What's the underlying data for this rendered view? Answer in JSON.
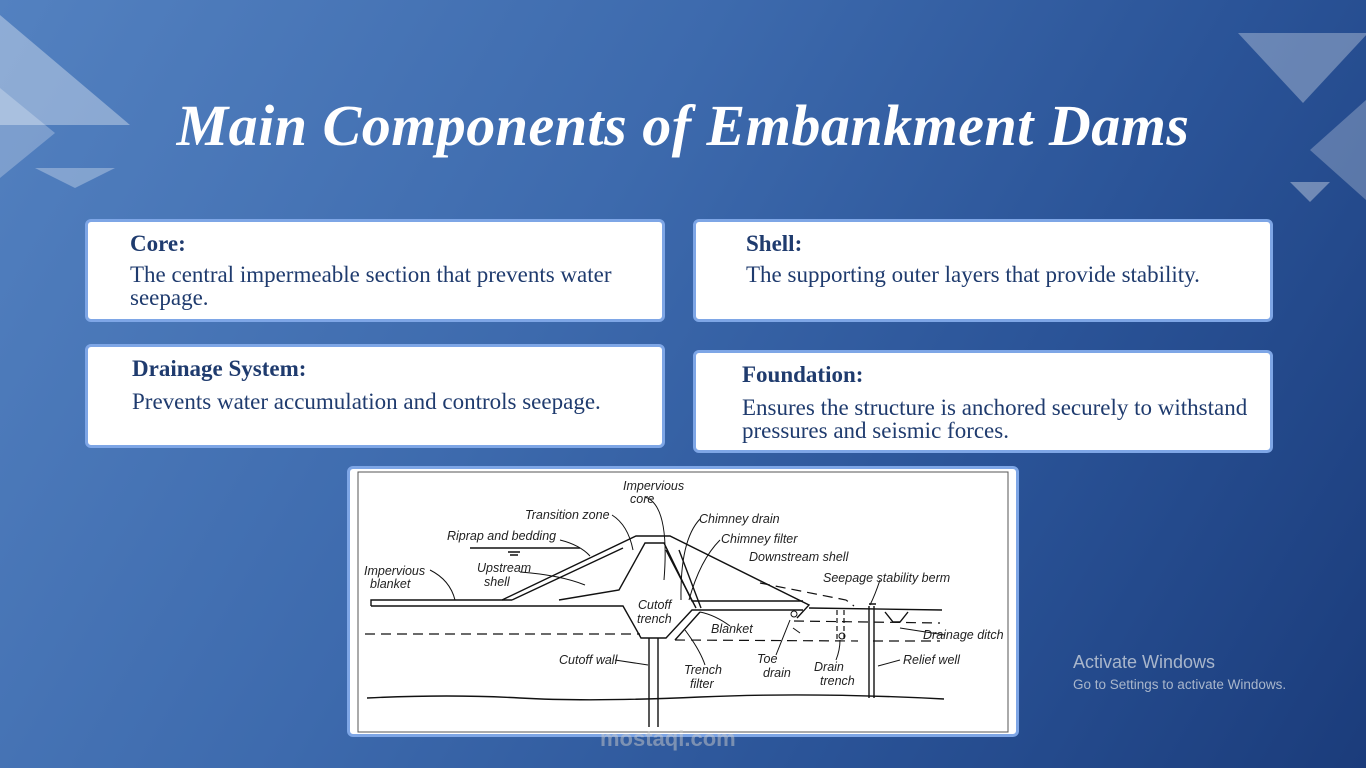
{
  "slide": {
    "title": "Main Components of Embankment Dams"
  },
  "cards": [
    {
      "heading": "Core:",
      "body": "The central impermeable section that prevents water seepage."
    },
    {
      "heading": "Shell:",
      "body": "The supporting outer layers that provide stability."
    },
    {
      "heading": "Drainage System:",
      "body": "Prevents water accumulation and controls seepage."
    },
    {
      "heading": "Foundation:",
      "body": "Ensures the structure is anchored securely to withstand pressures and seismic forces."
    }
  ],
  "diagram": {
    "labels": {
      "impervious_core_1": "Impervious",
      "impervious_core_2": "core",
      "transition_zone": "Transition zone",
      "riprap": "Riprap and bedding",
      "chimney_drain": "Chimney drain",
      "chimney_filter": "Chimney filter",
      "downstream_shell": "Downstream shell",
      "seepage_berm": "Seepage stability berm",
      "impervious_blanket_1": "Impervious",
      "impervious_blanket_2": "blanket",
      "upstream_shell_1": "Upstream",
      "upstream_shell_2": "shell",
      "cutoff_trench_1": "Cutoff",
      "cutoff_trench_2": "trench",
      "blanket": "Blanket",
      "drainage_ditch": "Drainage ditch",
      "cutoff_wall": "Cutoff wall",
      "trench_filter_1": "Trench",
      "trench_filter_2": "filter",
      "toe_drain_1": "Toe",
      "toe_drain_2": "drain",
      "drain_trench_1": "Drain",
      "drain_trench_2": "trench",
      "relief_well": "Relief well"
    }
  },
  "watermarks": {
    "activate_title": "Activate Windows",
    "activate_sub": "Go to Settings to activate Windows.",
    "site": "mostaqi.com"
  }
}
